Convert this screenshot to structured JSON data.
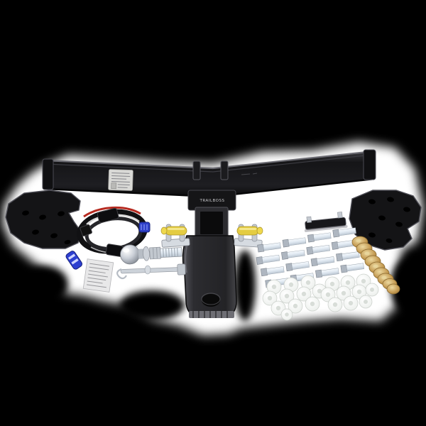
{
  "photo": {
    "subject": "Trailer hitch receiver kit with mounting hardware on white backdrop over black background",
    "background_color": "#000000",
    "backdrop_color": "#ffffff"
  },
  "branding": {
    "receiver_collar_text": "TRAILBOSS"
  },
  "colors": {
    "steel_black": "#1c1c1f",
    "steel_highlight": "#55555c",
    "chrome": "#c9ced6",
    "zinc_bolt": "#dfe8f1",
    "yellow_bushing": "#e4cc42",
    "gold_washer": "#c49a52",
    "blue_connector": "#2e40c8",
    "red_wire": "#b62a20",
    "label_gray": "#d9d9d6"
  },
  "hardware_inventory": {
    "zinc_bolts": 16,
    "white_flange_nuts": 22,
    "gold_conical_washers": 9,
    "u_bolt_clamps": 2,
    "mounting_plates": 2
  }
}
